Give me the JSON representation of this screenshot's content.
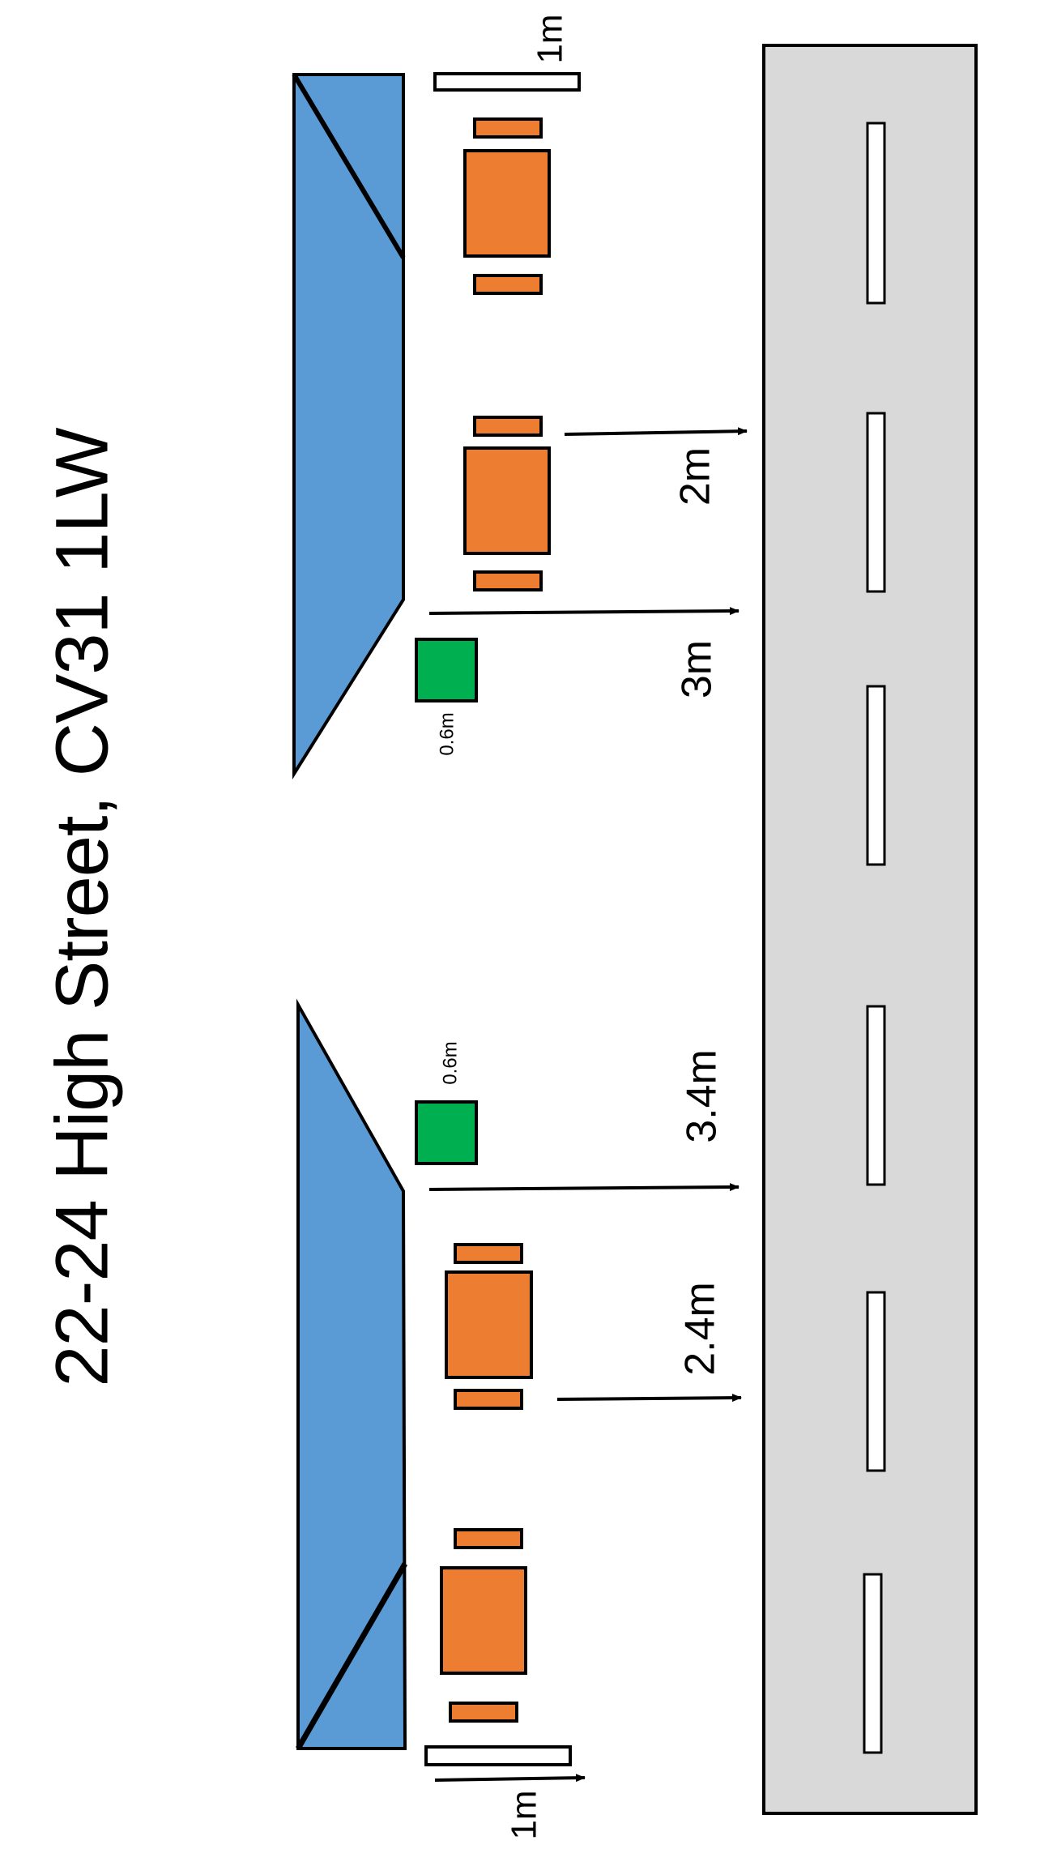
{
  "title": "22-24 High Street, CV31 1LW",
  "colors": {
    "building": "#5B9BD5",
    "table": "#ED7D31",
    "planter": "#00B050",
    "road": "#D9D9D9",
    "road_marking": "#FFFFFF",
    "outline": "#000000"
  },
  "labels": {
    "top_barrier_width": "1m",
    "top_table_distance": "2m",
    "top_planter_distance": "3m",
    "top_planter_size": "0.6m",
    "bottom_planter_size": "0.6m",
    "bottom_planter_distance": "3.4m",
    "bottom_table_distance": "2.4m",
    "bottom_barrier_width": "1m"
  },
  "icons": {
    "building": "trapezoid-shape",
    "table": "table-with-chairs-shape",
    "planter": "square-planter-shape",
    "barrier": "rectangle-barrier-shape",
    "arrow": "arrow-right-icon"
  }
}
